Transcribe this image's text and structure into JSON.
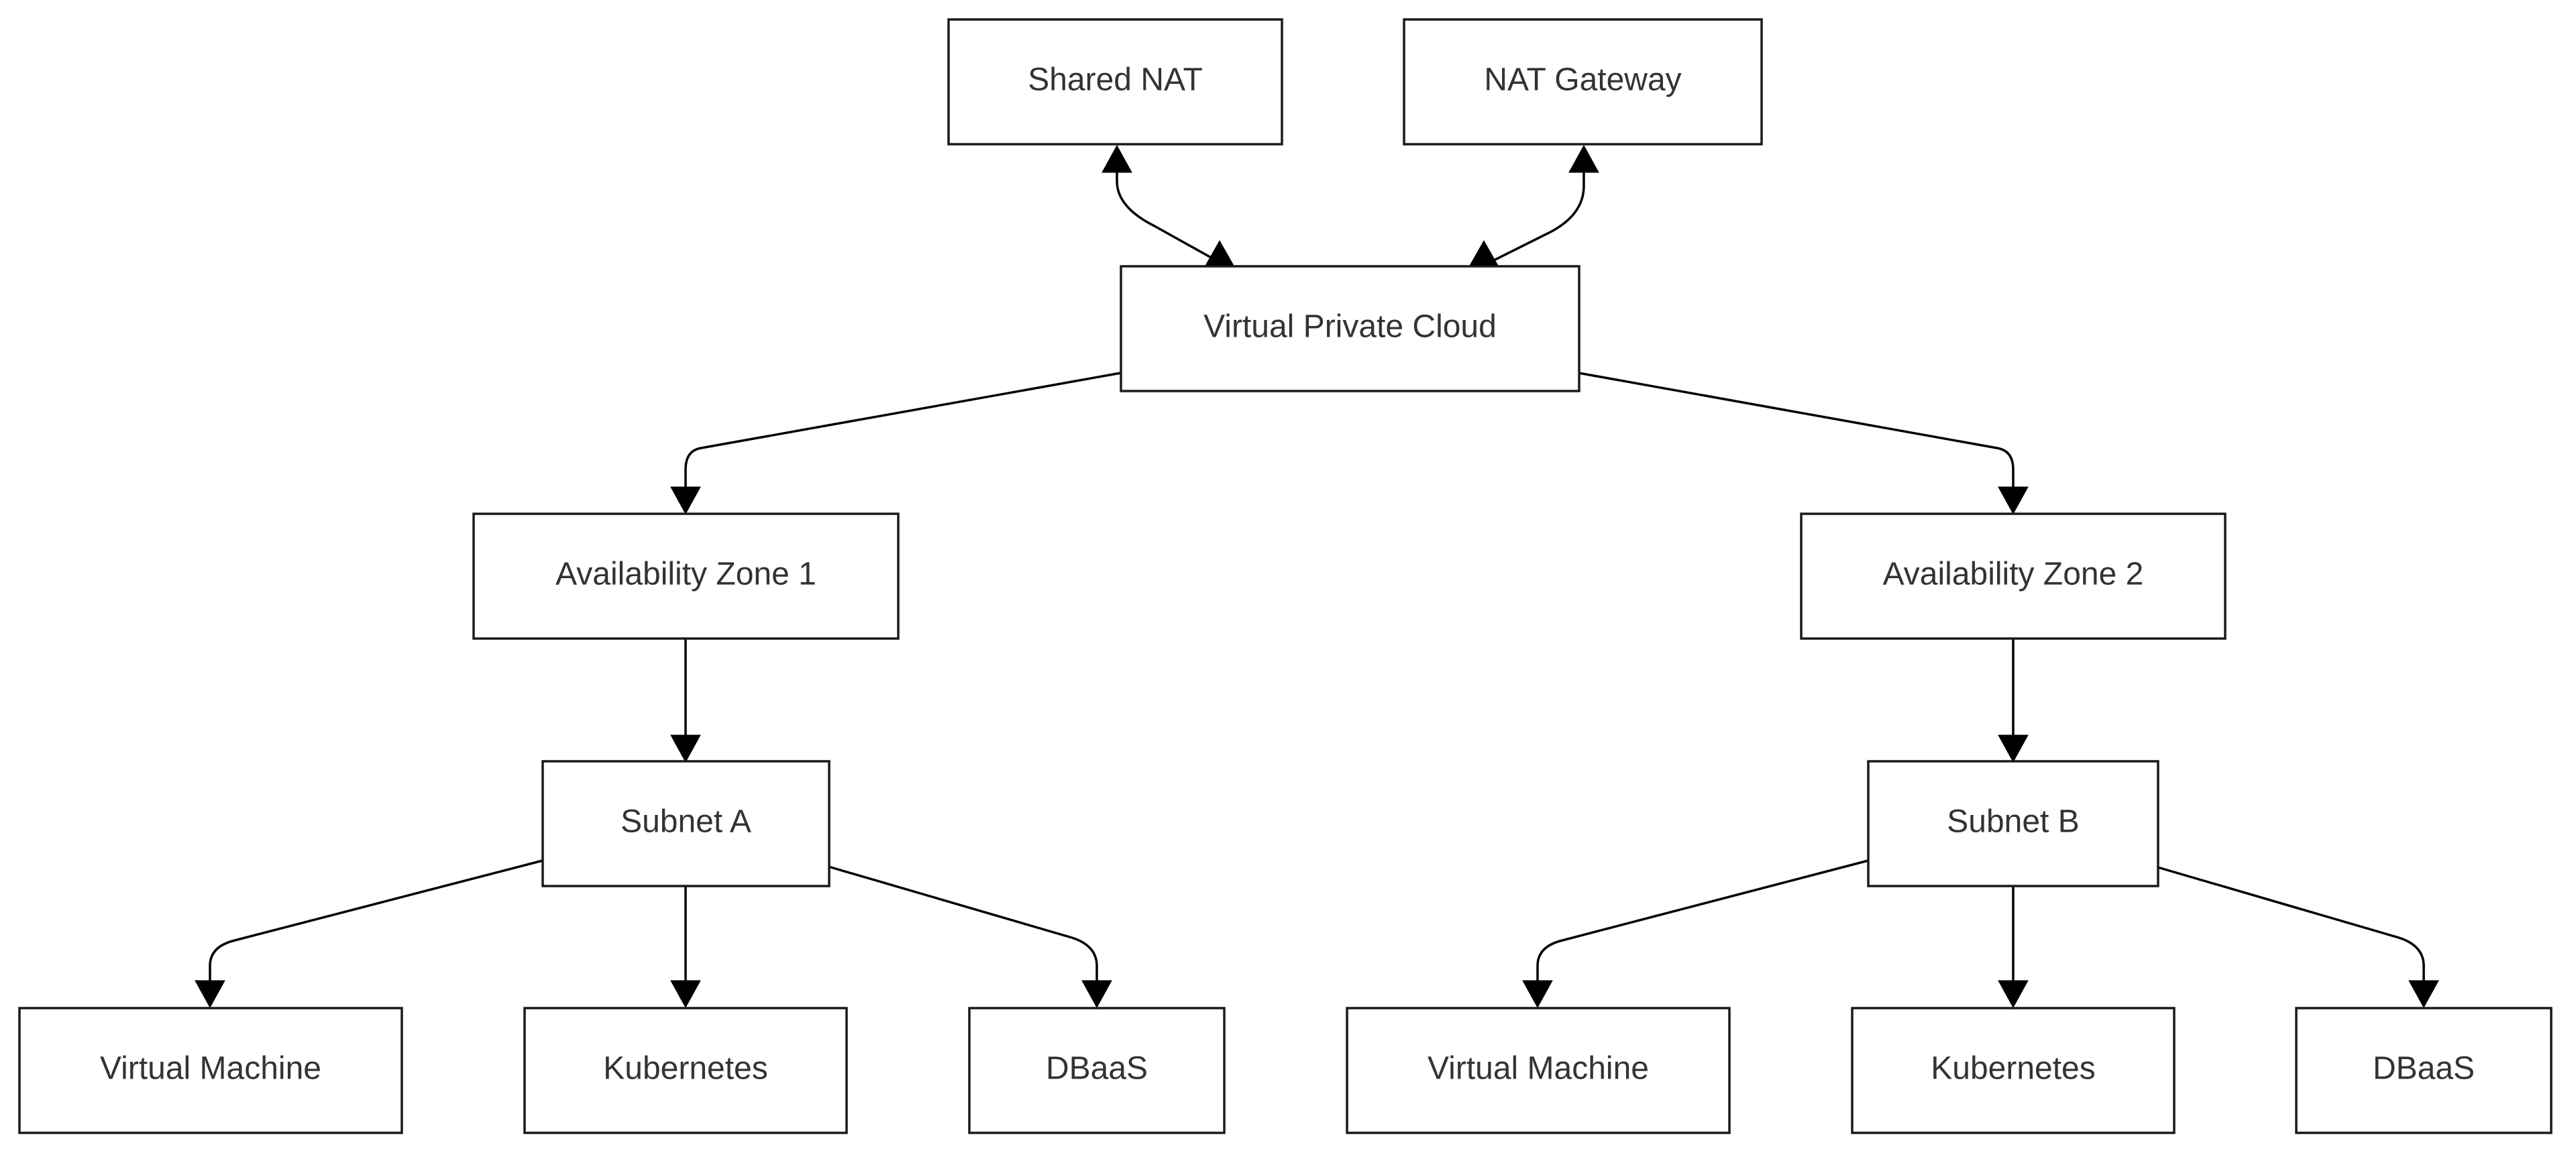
{
  "diagram": {
    "type": "flowchart",
    "colors": {
      "node_fill": "#ffffff",
      "node_stroke": "#1a1a1a",
      "edge": "#000000",
      "text": "#333333"
    },
    "nodes": {
      "shared_nat": "Shared NAT",
      "nat_gateway": "NAT Gateway",
      "vpc": "Virtual Private Cloud",
      "az1": "Availability Zone 1",
      "az2": "Availability Zone 2",
      "subnet_a": "Subnet A",
      "subnet_b": "Subnet B",
      "vm_a": "Virtual Machine",
      "k8s_a": "Kubernetes",
      "dbaas_a": "DBaaS",
      "vm_b": "Virtual Machine",
      "k8s_b": "Kubernetes",
      "dbaas_b": "DBaaS"
    },
    "edges": [
      {
        "from": "vpc",
        "to": "shared_nat",
        "arrows": "both"
      },
      {
        "from": "vpc",
        "to": "nat_gateway",
        "arrows": "both"
      },
      {
        "from": "vpc",
        "to": "az1",
        "arrows": "end"
      },
      {
        "from": "vpc",
        "to": "az2",
        "arrows": "end"
      },
      {
        "from": "az1",
        "to": "subnet_a",
        "arrows": "end"
      },
      {
        "from": "az2",
        "to": "subnet_b",
        "arrows": "end"
      },
      {
        "from": "subnet_a",
        "to": "vm_a",
        "arrows": "end"
      },
      {
        "from": "subnet_a",
        "to": "k8s_a",
        "arrows": "end"
      },
      {
        "from": "subnet_a",
        "to": "dbaas_a",
        "arrows": "end"
      },
      {
        "from": "subnet_b",
        "to": "vm_b",
        "arrows": "end"
      },
      {
        "from": "subnet_b",
        "to": "k8s_b",
        "arrows": "end"
      },
      {
        "from": "subnet_b",
        "to": "dbaas_b",
        "arrows": "end"
      }
    ]
  }
}
